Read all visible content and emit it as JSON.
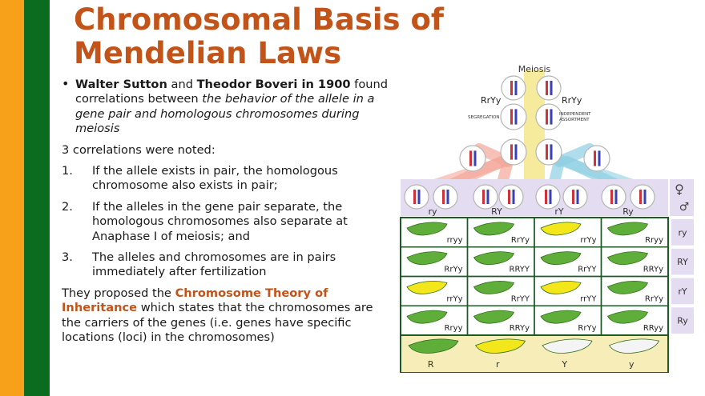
{
  "title": "Chromosomal Basis of Mendelian Laws",
  "bullet": {
    "name1": "Walter Sutton",
    "and": " and ",
    "name2": "Theodor Boveri in 1900",
    "text1": " found correlations between ",
    "italic": "the behavior of the allele in a gene pair and homologous chromosomes during meiosis"
  },
  "intro": "3 correlations were noted:",
  "correlations": [
    {
      "num": "1.",
      "text": "If the allele exists in pair,  the homologous chromosome also exists in pair;"
    },
    {
      "num": "2.",
      "text": "If the alleles in the gene pair separate, the homologous chromosomes also separate at Anaphase I of meiosis; and"
    },
    {
      "num": "3.",
      "text": "The alleles and chromosomes are in pairs immediately after fertilization"
    }
  ],
  "theory": {
    "pre": "They proposed the ",
    "highlight": "Chromosome Theory of Inheritance",
    "post": " which states that the chromosomes are the carriers of the genes (i.e. genes have specific locations (loci) in the chromosomes)"
  },
  "figure": {
    "meiosis": "Meiosis",
    "left_parent": "RrYy",
    "right_parent": "RrYy",
    "segregation": "SEGREGATION",
    "independent": "INDEPENDENT ASSORTMENT",
    "female": "♀",
    "male": "♂",
    "gametes": [
      "ry",
      "RY",
      "rY",
      "Ry"
    ],
    "grid": [
      [
        "rryy",
        "RrYy",
        "rrYy",
        "Rryy"
      ],
      [
        "RrYy",
        "RRYY",
        "RrYY",
        "RRYy"
      ],
      [
        "rrYy",
        "RrYY",
        "rrYY",
        "RrYy"
      ],
      [
        "Rryy",
        "RRYy",
        "RrYy",
        "RRyy"
      ]
    ],
    "row_labels": [
      "ry",
      "RY",
      "rY",
      "Ry"
    ],
    "bottom": [
      "R",
      "r",
      "Y",
      "y"
    ],
    "colors": {
      "green_pod": "#5fae3a",
      "yellow_pod": "#f3e61a",
      "white_pod": "#f4f4f4",
      "red": "#d0323a",
      "blue": "#3b3fb5",
      "salmon": "#f4a79a",
      "skyblue": "#8fd0e3",
      "lavender": "#e4dcf0",
      "cream": "#f7edb8",
      "grid_line": "#1f5a26"
    }
  }
}
